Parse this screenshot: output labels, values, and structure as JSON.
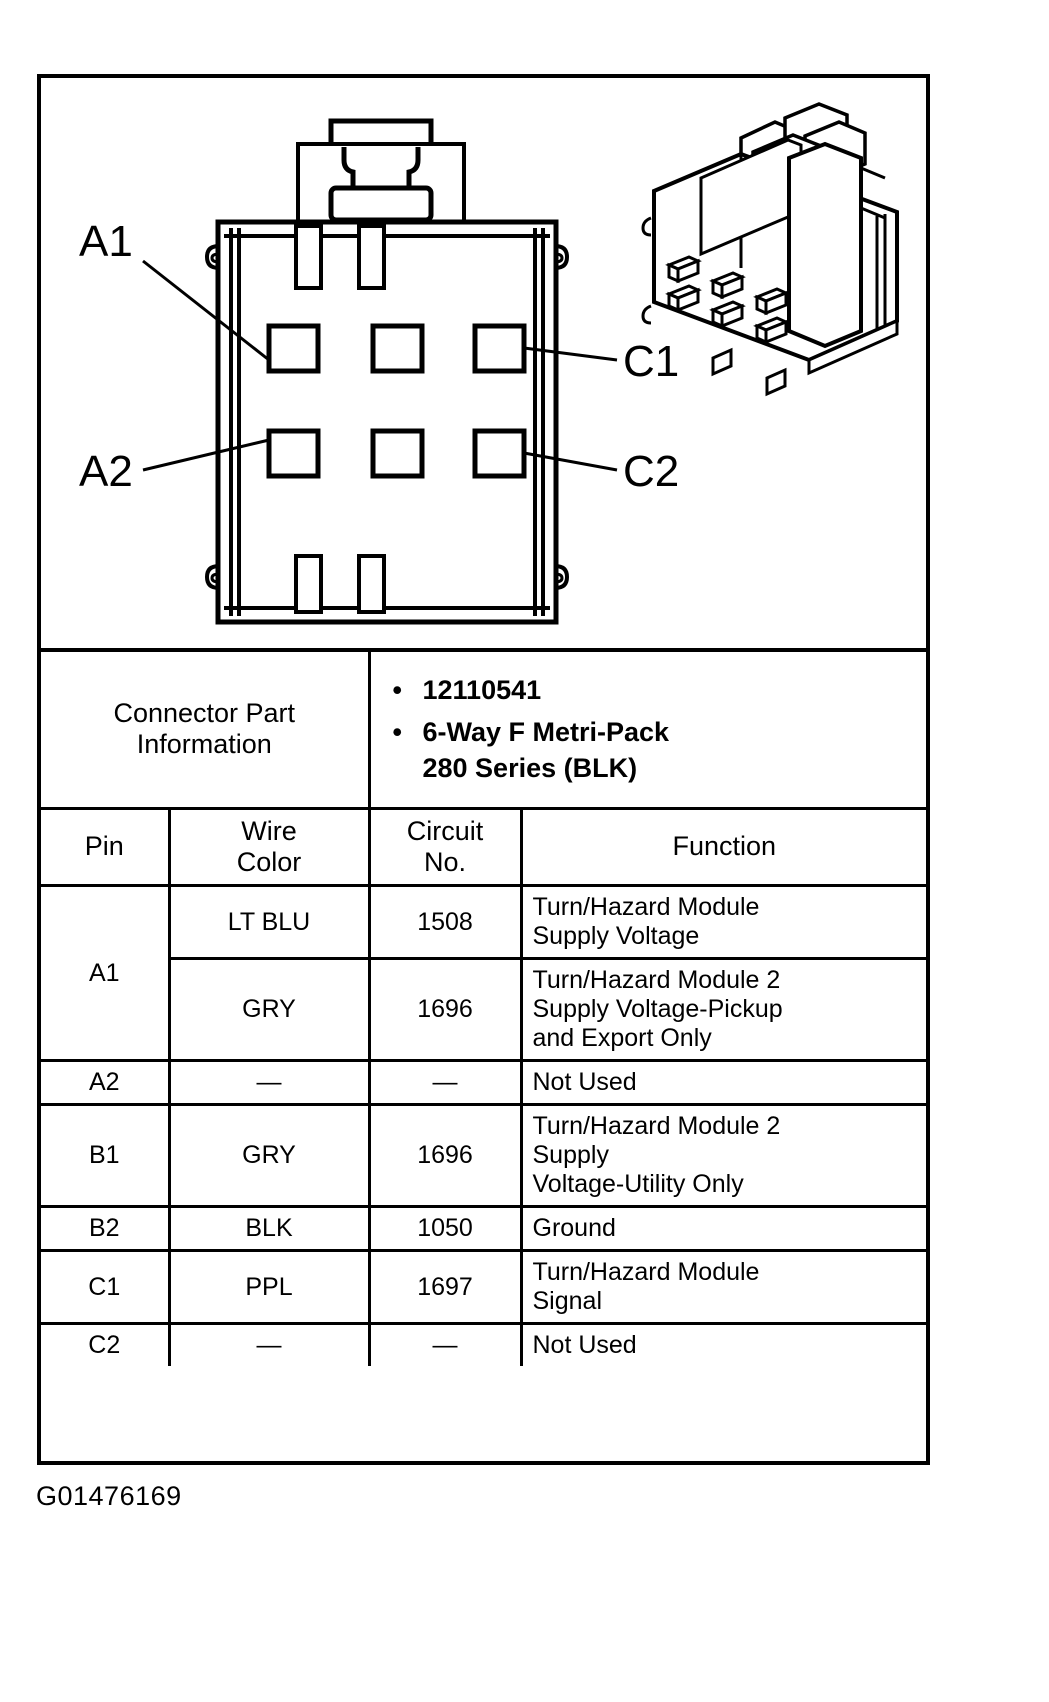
{
  "figure": {
    "id_label": "G01476169"
  },
  "diagram": {
    "pin_callouts": [
      {
        "label": "A1",
        "position": "top-left"
      },
      {
        "label": "A2",
        "position": "bottom-left"
      },
      {
        "label": "C1",
        "position": "top-right"
      },
      {
        "label": "C2",
        "position": "bottom-right"
      }
    ],
    "view_front": "connector-face-front-view",
    "view_iso": "connector-isometric-view",
    "cavity_rows": 2,
    "cavity_columns": 3
  },
  "connector_part_information": {
    "label_line1": "Connector Part",
    "label_line2": "Information",
    "bullets": [
      "12110541",
      "6-Way F Metri-Pack 280 Series (BLK)"
    ],
    "bullet_lines": [
      [
        "12110541"
      ],
      [
        "6-Way F Metri-Pack",
        "280 Series (BLK)"
      ]
    ]
  },
  "table": {
    "headers": {
      "pin": "Pin",
      "wire_color_line1": "Wire",
      "wire_color_line2": "Color",
      "circuit_no_line1": "Circuit",
      "circuit_no_line2": "No.",
      "function": "Function"
    },
    "rows": [
      {
        "pin": "A1",
        "pin_rowspan": 2,
        "wire_color": "LT BLU",
        "circuit_no": "1508",
        "function_lines": [
          "Turn/Hazard Module",
          "Supply Voltage"
        ],
        "function": "Turn/Hazard Module Supply Voltage"
      },
      {
        "pin": "",
        "wire_color": "GRY",
        "circuit_no": "1696",
        "function_lines": [
          "Turn/Hazard Module 2",
          "Supply Voltage-Pickup",
          "and Export Only"
        ],
        "function": "Turn/Hazard Module 2 Supply Voltage-Pickup and Export Only"
      },
      {
        "pin": "A2",
        "wire_color": "—",
        "circuit_no": "—",
        "function_lines": [
          "Not Used"
        ],
        "function": "Not Used"
      },
      {
        "pin": "B1",
        "wire_color": "GRY",
        "circuit_no": "1696",
        "function_lines": [
          "Turn/Hazard Module 2",
          "Supply",
          "Voltage-Utility Only"
        ],
        "function": "Turn/Hazard Module 2 Supply Voltage-Utility Only"
      },
      {
        "pin": "B2",
        "wire_color": "BLK",
        "circuit_no": "1050",
        "function_lines": [
          "Ground"
        ],
        "function": "Ground"
      },
      {
        "pin": "C1",
        "wire_color": "PPL",
        "circuit_no": "1697",
        "function_lines": [
          "Turn/Hazard Module",
          "Signal"
        ],
        "function": "Turn/Hazard Module Signal"
      },
      {
        "pin": "C2",
        "wire_color": "—",
        "circuit_no": "—",
        "function_lines": [
          "Not Used"
        ],
        "function": "Not Used"
      }
    ]
  },
  "colors": {
    "ink": "#000000",
    "paper": "#ffffff"
  }
}
